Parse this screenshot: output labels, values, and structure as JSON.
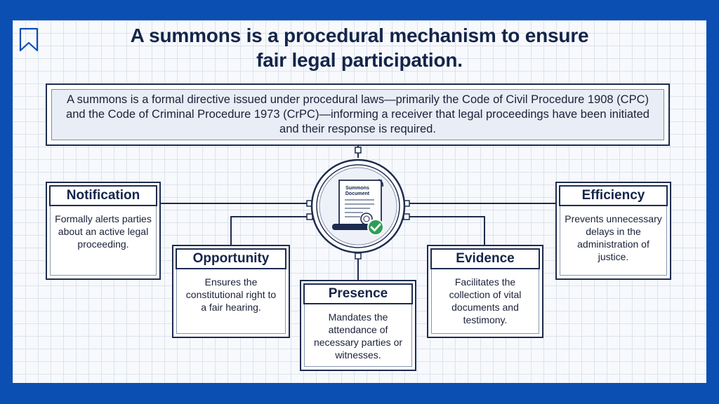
{
  "title": {
    "line1": "A summons is a procedural mechanism to ensure",
    "line2": "fair legal participation."
  },
  "intro": "A summons is a formal directive issued under procedural laws—primarily the Code of Civil Procedure 1908 (CPC) and the Code of Criminal Procedure 1973 (CrPC)—informing a receiver that legal proceedings have been initiated and their response is required.",
  "hub": {
    "doc_title_line1": "Summons",
    "doc_title_line2": "Document",
    "icon": "summons-document-icon"
  },
  "cards": {
    "notification": {
      "title": "Notification",
      "body": "Formally alerts parties about an active legal proceeding."
    },
    "opportunity": {
      "title": "Opportunity",
      "body": "Ensures the constitutional right to a fair hearing."
    },
    "presence": {
      "title": "Presence",
      "body": "Mandates the attendance of necessary parties or witnesses."
    },
    "evidence": {
      "title": "Evidence",
      "body": "Facilitates the collection of vital documents and testimony."
    },
    "efficiency": {
      "title": "Efficiency",
      "body": "Prevents unnecessary delays in the administration of justice."
    }
  },
  "colors": {
    "frame": "#0b4fb3",
    "ink": "#14254a",
    "check": "#2e9e55"
  }
}
